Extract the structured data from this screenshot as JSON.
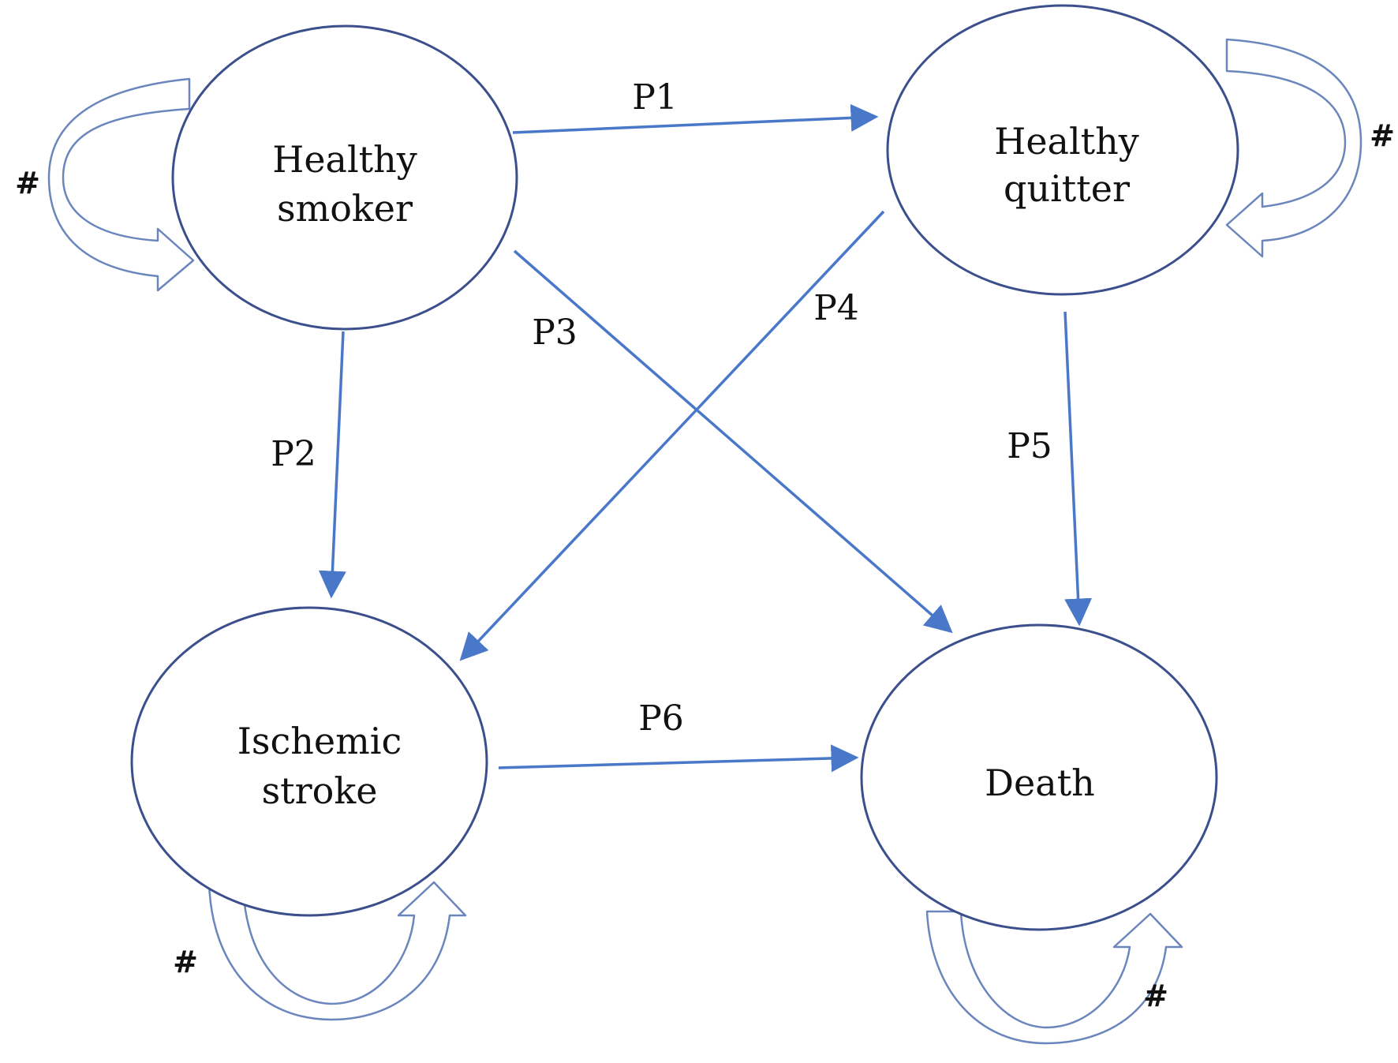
{
  "nodes": {
    "healthy_smoker": {
      "line1": "Healthy",
      "line2": "smoker"
    },
    "healthy_quitter": {
      "line1": "Healthy",
      "line2": "quitter"
    },
    "ischemic_stroke": {
      "line1": "Ischemic",
      "line2": "stroke"
    },
    "death": {
      "line1": "Death"
    }
  },
  "edges": {
    "p1": "P1",
    "p2": "P2",
    "p3": "P3",
    "p4": "P4",
    "p5": "P5",
    "p6": "P6"
  },
  "self_loops": {
    "healthy_smoker": "#",
    "healthy_quitter": "#",
    "ischemic_stroke": "#",
    "death": "#"
  },
  "colors": {
    "node_outline": "#3b4f8c",
    "edge_arrow": "#4a78c9",
    "loop_arrow_outline": "#6a86bd"
  }
}
